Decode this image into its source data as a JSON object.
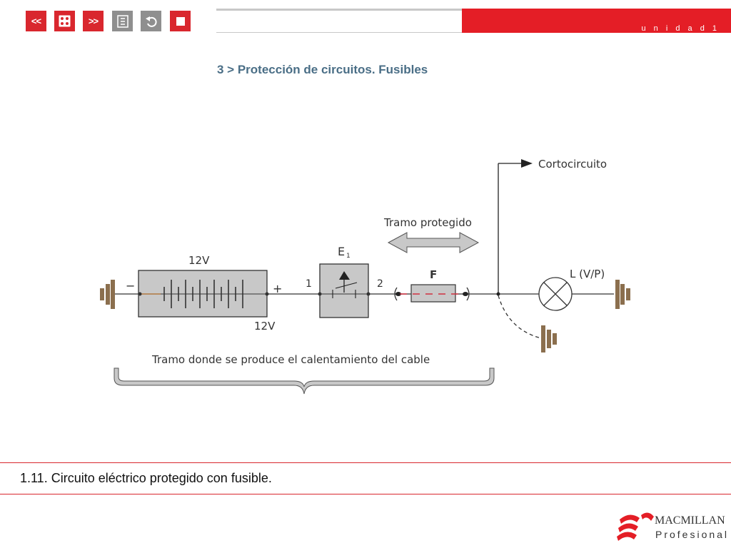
{
  "header": {
    "unit_label": "u n i d a d  1",
    "nav": {
      "prev_label": "<<",
      "next_label": ">>"
    },
    "section_title": "3 > Protección de circuitos. Fusibles"
  },
  "diagram": {
    "short_circuit_label": "Cortocircuito",
    "protected_section_label": "Tramo protegido",
    "battery_label_top": "12V",
    "battery_label_bottom": "12V",
    "minus_sign": "−",
    "plus_sign": "+",
    "switch_label": "E",
    "switch_subscript": "1",
    "terminal_1": "1",
    "terminal_2": "2",
    "fuse_label": "F",
    "lamp_label": "L (V/P)",
    "heating_section_label": "Tramo donde se produce el calentamiento del cable"
  },
  "caption": "1.11. Circuito eléctrico protegido con fusible.",
  "logo": {
    "brand_top": "MACMILLAN",
    "brand_bottom": "Profesional"
  },
  "colors": {
    "accent_red": "#e41e26",
    "title_blue": "#4a6e86",
    "diagram_gray": "#c8c8c8",
    "ground_brown": "#8b6f4e"
  }
}
